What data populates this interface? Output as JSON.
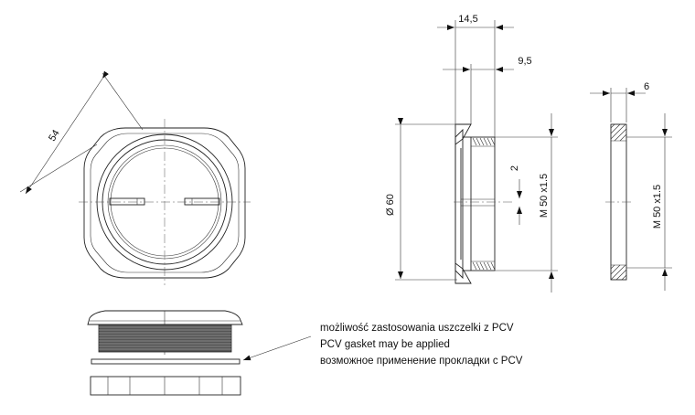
{
  "drawing": {
    "dimensions": {
      "across_flats": "54",
      "total_height": "14,5",
      "flange_offset": "9,5",
      "locknut_thickness": "6",
      "groove": "2",
      "diameter": "Ø 60",
      "thread_main": "M 50 x1.5",
      "thread_nut": "M 50 x1.5"
    },
    "note": {
      "polish": "możliwość zastosowania uszczelki z PCV",
      "english": "PCV gasket may be applied",
      "russian": "возможное применение прокладки с PCV"
    }
  }
}
